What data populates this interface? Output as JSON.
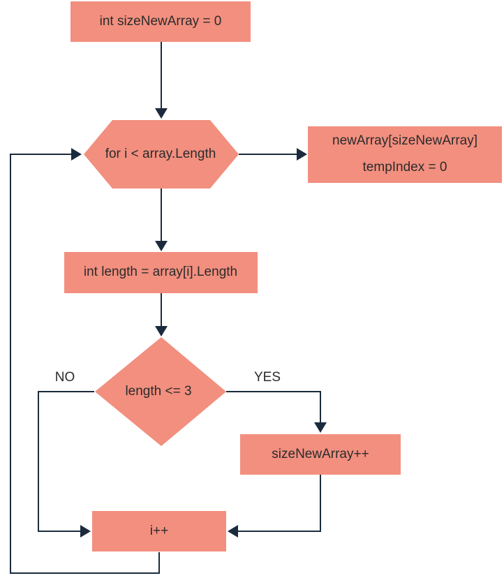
{
  "nodes": {
    "init": {
      "text": "int sizeNewArray = 0"
    },
    "loop": {
      "text": "for i < array.Length"
    },
    "alloc": {
      "line1": "newArray[sizeNewArray]",
      "line2": "tempIndex = 0"
    },
    "length": {
      "text": "int length = array[i].Length"
    },
    "condition": {
      "text": "length <= 3"
    },
    "increment_size": {
      "text": "sizeNewArray++"
    },
    "increment_i": {
      "text": "i++"
    }
  },
  "edge_labels": {
    "no": "NO",
    "yes": "YES"
  },
  "colors": {
    "node_fill": "#f28f7f",
    "edge_stroke": "#1b2b3d",
    "text": "#2b2b2b",
    "background": "#ffffff"
  }
}
